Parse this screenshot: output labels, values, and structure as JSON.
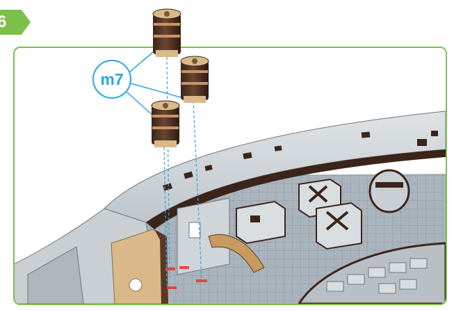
{
  "step": {
    "number": "6",
    "accent_color": "#7cc04a"
  },
  "callout": {
    "label": "m7",
    "color": "#2aa6e0"
  },
  "parts": {
    "icon": "wooden-coupling-nut",
    "count": 3
  },
  "model": {
    "icon": "wooden-spaceship-hull-section"
  }
}
